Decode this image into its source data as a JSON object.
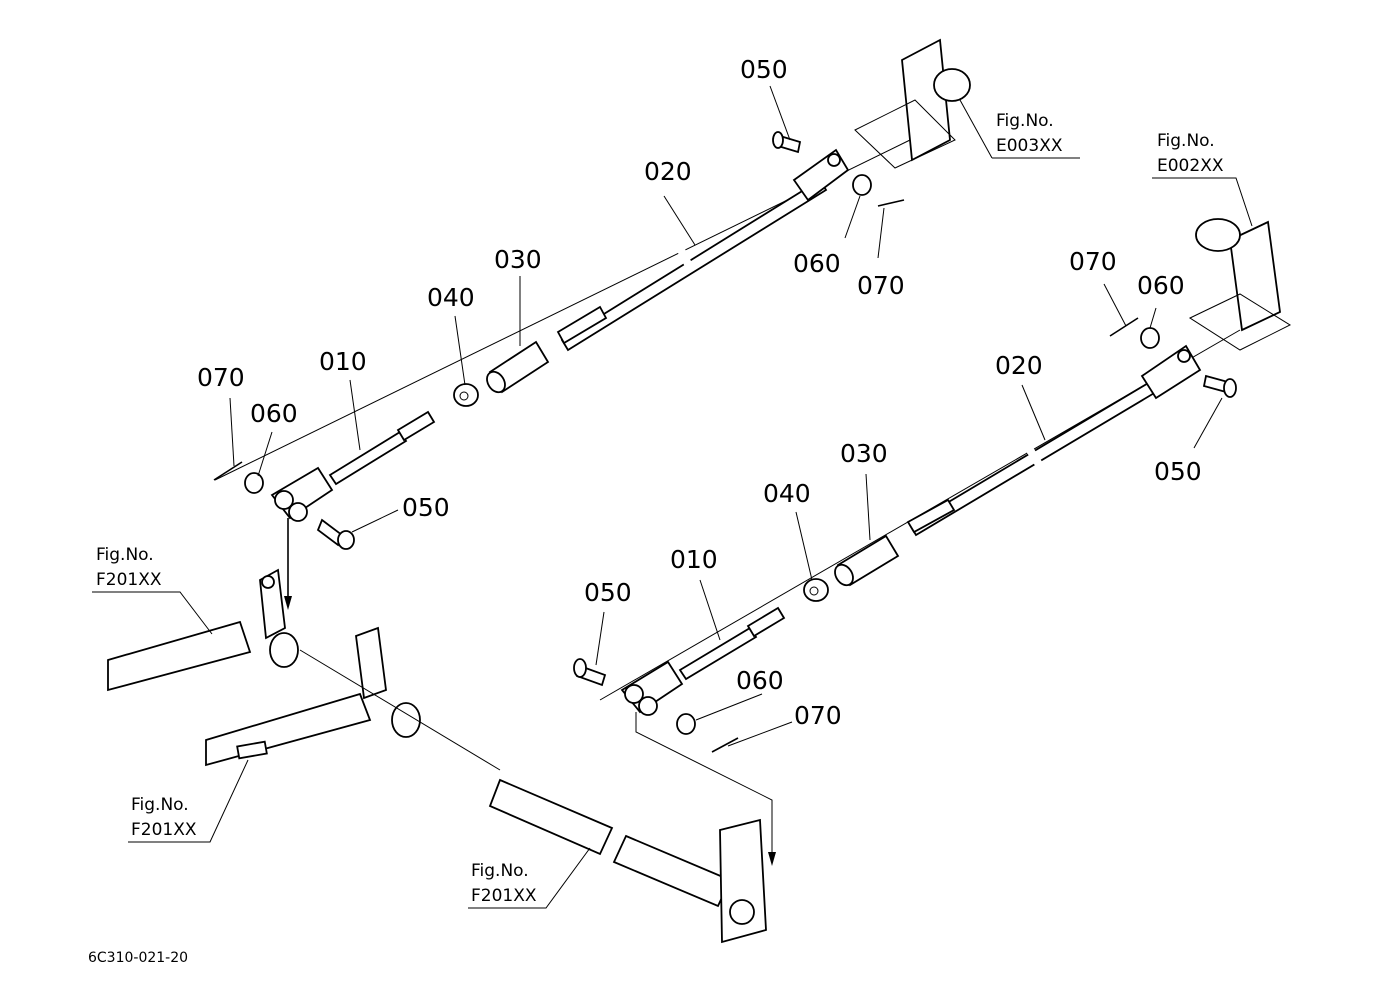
{
  "diagram": {
    "drawing_code": "6C310-021-20",
    "part_callouts": [
      {
        "id": "lbl-050-top",
        "text": "050"
      },
      {
        "id": "lbl-020-upper",
        "text": "020"
      },
      {
        "id": "lbl-030-upper",
        "text": "030"
      },
      {
        "id": "lbl-040-upper",
        "text": "040"
      },
      {
        "id": "lbl-010-upper",
        "text": "010"
      },
      {
        "id": "lbl-070-upper-left",
        "text": "070"
      },
      {
        "id": "lbl-060-upper-left",
        "text": "060"
      },
      {
        "id": "lbl-050-upper-left",
        "text": "050"
      },
      {
        "id": "lbl-060-upper-right",
        "text": "060"
      },
      {
        "id": "lbl-070-upper-right",
        "text": "070"
      },
      {
        "id": "lbl-070-lower-right",
        "text": "070"
      },
      {
        "id": "lbl-060-lower-right",
        "text": "060"
      },
      {
        "id": "lbl-020-lower",
        "text": "020"
      },
      {
        "id": "lbl-050-lower-right",
        "text": "050"
      },
      {
        "id": "lbl-030-lower",
        "text": "030"
      },
      {
        "id": "lbl-040-lower",
        "text": "040"
      },
      {
        "id": "lbl-010-lower",
        "text": "010"
      },
      {
        "id": "lbl-050-lower-left",
        "text": "050"
      },
      {
        "id": "lbl-060-lower",
        "text": "060"
      },
      {
        "id": "lbl-070-lower",
        "text": "070"
      }
    ],
    "figure_refs": [
      {
        "id": "fig-e003",
        "line1": "Fig.No.",
        "line2": "E003XX"
      },
      {
        "id": "fig-e002",
        "line1": "Fig.No.",
        "line2": "E002XX"
      },
      {
        "id": "fig-f201-a",
        "line1": "Fig.No.",
        "line2": "F201XX"
      },
      {
        "id": "fig-f201-b",
        "line1": "Fig.No.",
        "line2": "F201XX"
      },
      {
        "id": "fig-f201-c",
        "line1": "Fig.No.",
        "line2": "F201XX"
      }
    ]
  }
}
